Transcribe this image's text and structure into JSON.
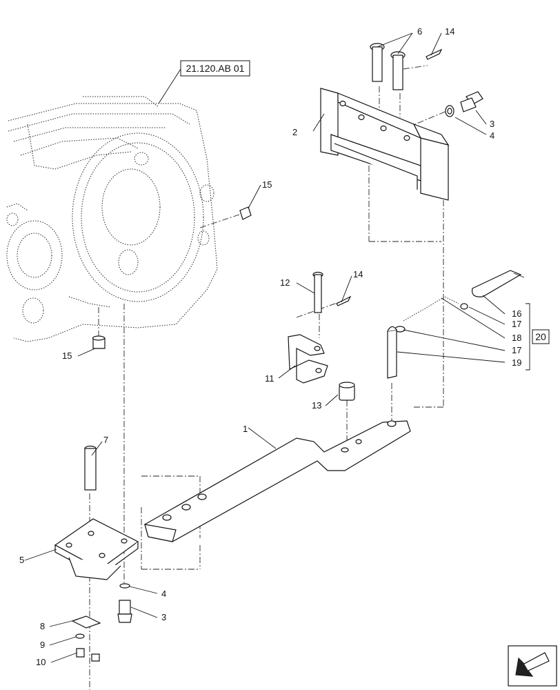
{
  "reference_box": "21.120.AB 01",
  "group_box": "20",
  "callouts": [
    {
      "id": "c1",
      "text": "1"
    },
    {
      "id": "c2",
      "text": "2"
    },
    {
      "id": "c3a",
      "text": "3"
    },
    {
      "id": "c3b",
      "text": "3"
    },
    {
      "id": "c4a",
      "text": "4"
    },
    {
      "id": "c4b",
      "text": "4"
    },
    {
      "id": "c5",
      "text": "5"
    },
    {
      "id": "c6",
      "text": "6"
    },
    {
      "id": "c7",
      "text": "7"
    },
    {
      "id": "c8",
      "text": "8"
    },
    {
      "id": "c9",
      "text": "9"
    },
    {
      "id": "c10",
      "text": "10"
    },
    {
      "id": "c11",
      "text": "11"
    },
    {
      "id": "c12",
      "text": "12"
    },
    {
      "id": "c13",
      "text": "13"
    },
    {
      "id": "c14a",
      "text": "14"
    },
    {
      "id": "c14b",
      "text": "14"
    },
    {
      "id": "c15a",
      "text": "15"
    },
    {
      "id": "c15b",
      "text": "15"
    },
    {
      "id": "c16",
      "text": "16"
    },
    {
      "id": "c17a",
      "text": "17"
    },
    {
      "id": "c17b",
      "text": "17"
    },
    {
      "id": "c18",
      "text": "18"
    },
    {
      "id": "c19",
      "text": "19"
    }
  ],
  "icons": {
    "nav": "arrow-next-icon"
  }
}
